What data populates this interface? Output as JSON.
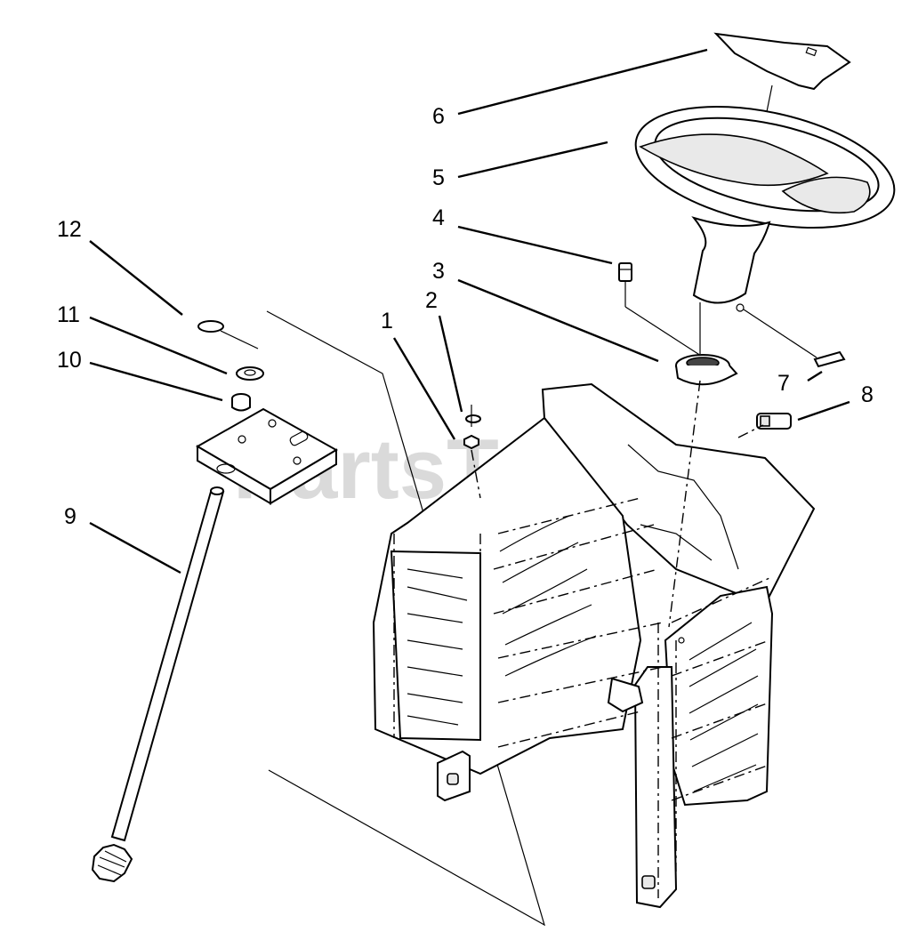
{
  "watermark": "PartsTree",
  "callouts": [
    {
      "id": "1",
      "label": "1"
    },
    {
      "id": "2",
      "label": "2"
    },
    {
      "id": "3",
      "label": "3"
    },
    {
      "id": "4",
      "label": "4"
    },
    {
      "id": "5",
      "label": "5"
    },
    {
      "id": "6",
      "label": "6"
    },
    {
      "id": "7",
      "label": "7"
    },
    {
      "id": "8",
      "label": "8"
    },
    {
      "id": "9",
      "label": "9"
    },
    {
      "id": "10",
      "label": "10"
    },
    {
      "id": "11",
      "label": "11"
    },
    {
      "id": "12",
      "label": "12"
    }
  ]
}
